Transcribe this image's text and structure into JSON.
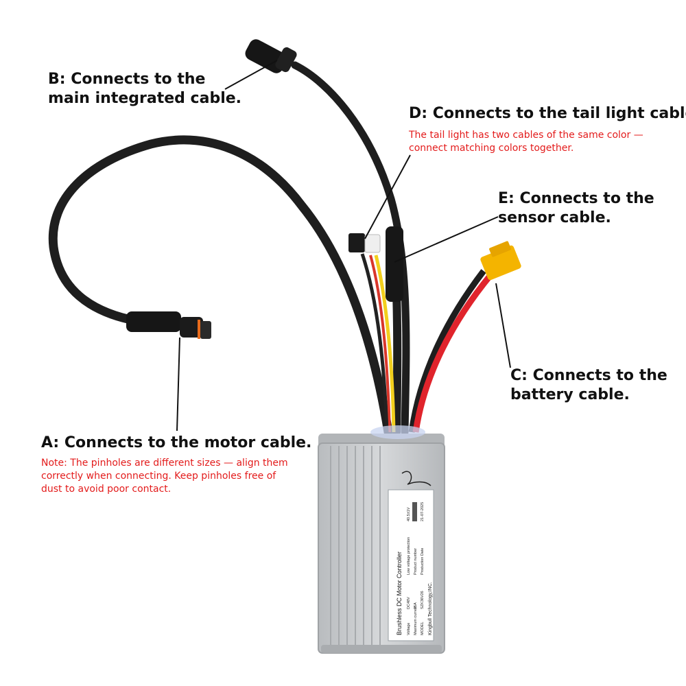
{
  "labels": {
    "a": {
      "title": "A:  Connects to the motor cable.",
      "note": "Note: The pinholes are different sizes — align them correctly when connecting. Keep pinholes free of dust to avoid poor contact."
    },
    "b": {
      "line1": "B:  Connects to the",
      "line2": "main integrated cable."
    },
    "c": {
      "line1": "C:  Connects to the",
      "line2": "battery cable."
    },
    "d": {
      "title": "D: Connects to the tail light cable.",
      "note": "The tail light has two cables of the same color — connect matching colors together."
    },
    "e": {
      "line1": "E:  Connects to the",
      "line2": "sensor cable."
    }
  },
  "controller_label": {
    "title": "Brushless DC Motor Controller",
    "rows": [
      [
        "Voltage",
        "DC48V",
        "Low voltage protection",
        "40.5±1V"
      ],
      [
        "Maximum current",
        "25A",
        "Product number",
        ""
      ],
      [
        "MODEL",
        "SZK36V26",
        "Production Date",
        "21-07-2025"
      ]
    ],
    "maker": "Kingbull Technology,INC."
  },
  "colors": {
    "text": "#111111",
    "note": "#e31b1b",
    "cable": "#1e1e1e",
    "battery_wire": "#e0242c",
    "xt60_connector": "#f4b400",
    "housing": "#c9cbcd"
  }
}
